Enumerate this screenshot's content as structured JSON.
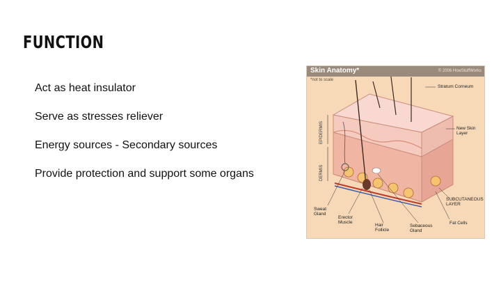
{
  "slide": {
    "title": "FUNCTION",
    "bullets": [
      "Act as heat insulator",
      "Serve as stresses reliever",
      "Energy sources - Secondary sources",
      "Provide protection and support some organs"
    ]
  },
  "figure": {
    "title": "Skin Anatomy*",
    "copyright": "© 2006 HowStuffWorks",
    "note": "*not to scale",
    "labels": {
      "stratum_corneum": "Stratum Corneum",
      "new_skin_layer": "New Skin Layer",
      "epidermis": "EPIDERMIS",
      "dermis": "DERMIS",
      "subcutaneous": "SUBCUTANEOUS LAYER",
      "sweat_gland": "Sweat Gland",
      "erector_muscle": "Erector Muscle",
      "hair_follicle": "Hair Follicle",
      "sebaceous_gland": "Sebaceous Gland",
      "fat_cells": "Fat Cells"
    },
    "colors": {
      "background": "#f7d9b8",
      "header": "#9a8a7c",
      "epidermis": "#f4c6bd",
      "dermis": "#f0b8a8",
      "fat": "#e8a060",
      "vessel": "#c0392b"
    }
  }
}
